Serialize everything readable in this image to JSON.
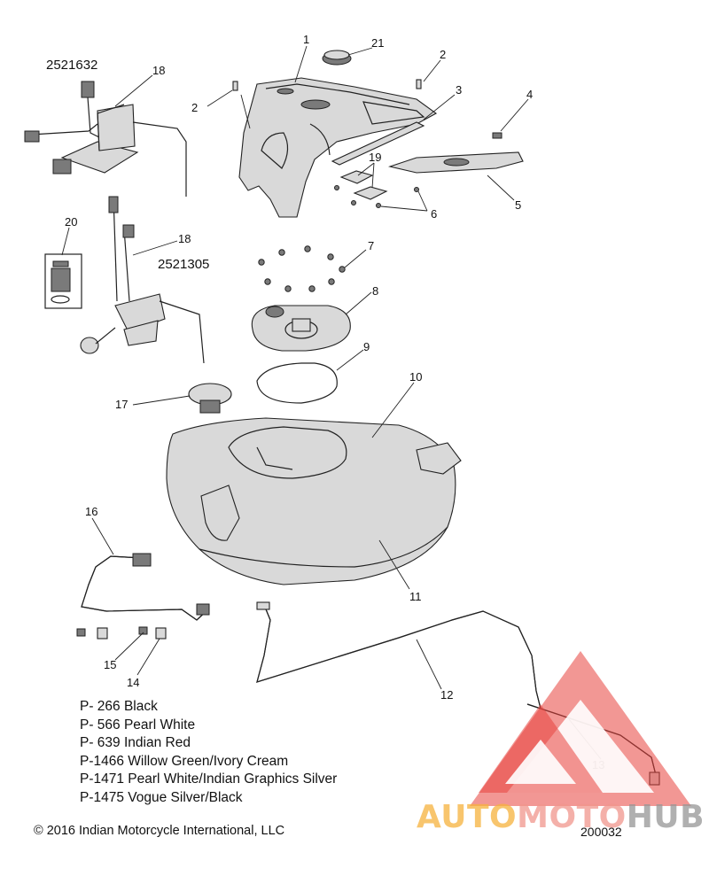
{
  "diagram": {
    "callouts": [
      {
        "id": "c1",
        "label": "1"
      },
      {
        "id": "c21",
        "label": "21"
      },
      {
        "id": "c2a",
        "label": "2"
      },
      {
        "id": "c2b",
        "label": "2"
      },
      {
        "id": "c3",
        "label": "3"
      },
      {
        "id": "c4",
        "label": "4"
      },
      {
        "id": "c5",
        "label": "5"
      },
      {
        "id": "c6",
        "label": "6"
      },
      {
        "id": "c19",
        "label": "19"
      },
      {
        "id": "c18a",
        "label": "18"
      },
      {
        "id": "c18b",
        "label": "18"
      },
      {
        "id": "c20",
        "label": "20"
      },
      {
        "id": "c7",
        "label": "7"
      },
      {
        "id": "c8",
        "label": "8"
      },
      {
        "id": "c9",
        "label": "9"
      },
      {
        "id": "c10",
        "label": "10"
      },
      {
        "id": "c17",
        "label": "17"
      },
      {
        "id": "c11",
        "label": "11"
      },
      {
        "id": "c16",
        "label": "16"
      },
      {
        "id": "c15",
        "label": "15"
      },
      {
        "id": "c14",
        "label": "14"
      },
      {
        "id": "c12",
        "label": "12"
      },
      {
        "id": "c13",
        "label": "13"
      }
    ],
    "part_numbers": {
      "pump_a": "2521632",
      "pump_b": "2521305"
    }
  },
  "paint_codes": [
    "P- 266 Black",
    "P- 566 Pearl White",
    "P- 639 Indian Red",
    "P-1466 Willow Green/Ivory Cream",
    "P-1471 Pearl White/Indian Graphics Silver",
    "P-1475 Vogue Silver/Black"
  ],
  "footer": {
    "copyright": "© 2016 Indian Motorcycle International, LLC",
    "drawing_number": "200032"
  },
  "watermark": {
    "part1": "AUTO",
    "part2": "MOTO",
    "part3": "HUB",
    "colors": {
      "auto": "#f6b23c",
      "moto": "#f0968c",
      "hub": "#969696",
      "triangle": "#e8413c"
    }
  }
}
